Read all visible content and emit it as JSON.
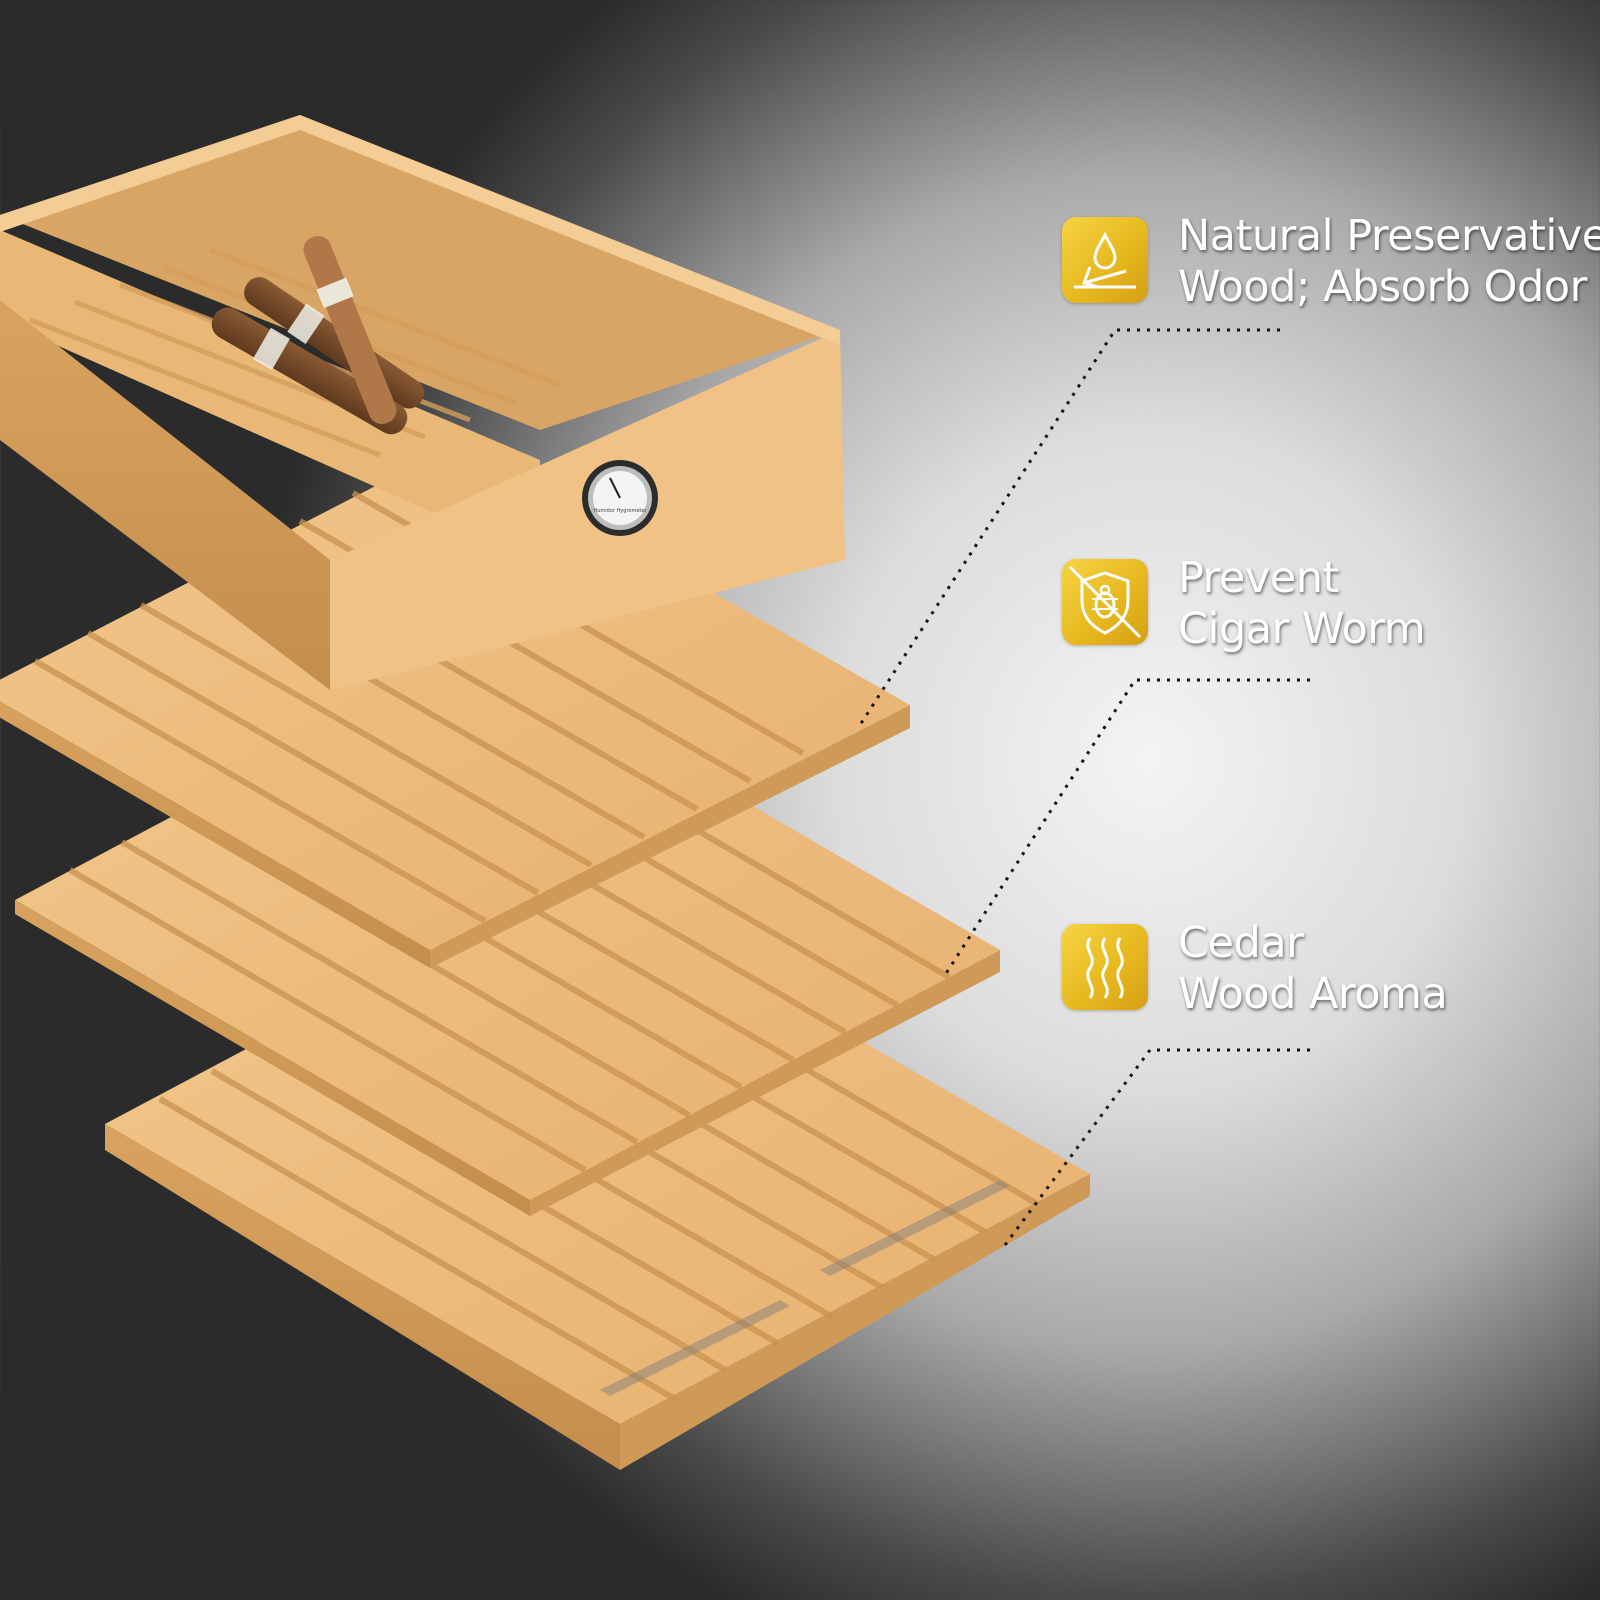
{
  "product_image": {
    "main_color": "#e8b675",
    "accent_color": "#c48d4c",
    "hygrometer_label": "Humidor Hygrometer"
  },
  "features": [
    {
      "icon": "water-drop-icon",
      "line1": "Natural Preservative",
      "line2": "Wood; Absorb Odor"
    },
    {
      "icon": "shield-bug-icon",
      "line1": "Prevent",
      "line2": "Cigar Worm"
    },
    {
      "icon": "aroma-waves-icon",
      "line1": "Cedar",
      "line2": "Wood Aroma"
    }
  ],
  "badge_color": "#f0c93a"
}
